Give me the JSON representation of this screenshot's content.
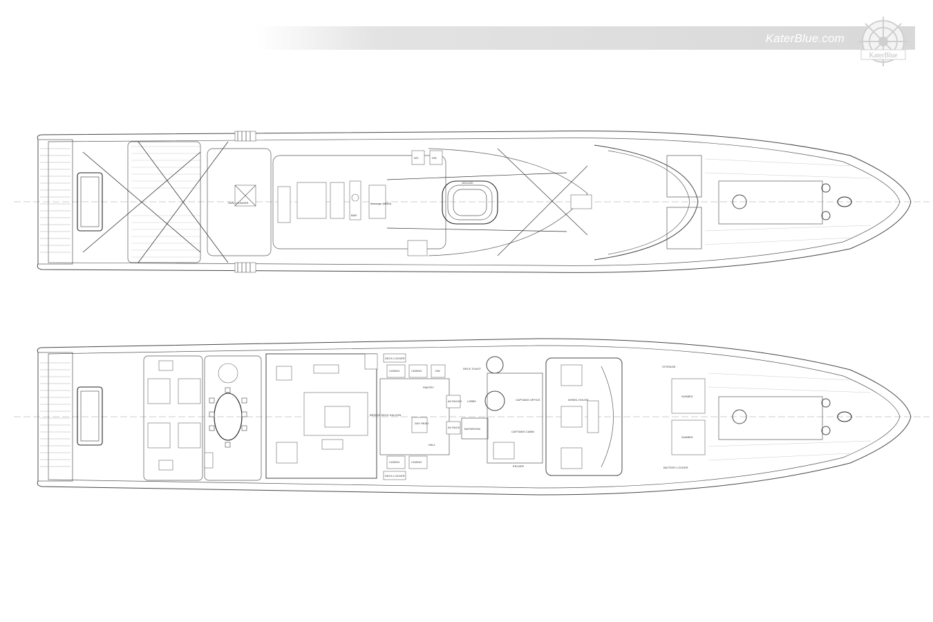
{
  "brand": {
    "site_name": "KaterBlue.com",
    "logo_text": "KaterBlue",
    "banner_color": "#d9d9d9",
    "logo_color": "#c8c8c8"
  },
  "sun_deck": {
    "labels": {
      "bar": "BAR",
      "jacuzzi": "JACUZZI",
      "sun_lounger": "SUN LOUNGER",
      "massage": "Massage (MMM)",
      "wc": "WC",
      "dw": "DW"
    }
  },
  "bridge_deck": {
    "labels": {
      "deck_locker_top": "DECK LOCKER",
      "deck_locker_bottom": "DECK LOCKER",
      "casing_1": "CASING",
      "casing_2": "CASING",
      "casing_3": "CASING",
      "casing_4": "CASING",
      "dw": "DW",
      "deck_toilet": "DECK TOILET",
      "pantry": "PANTRY",
      "lobby": "LOBBY",
      "saloon": "BRIDGE DECK SALOON",
      "day_head": "DAY HEAD",
      "av_rack_1": "AV RACKS",
      "av_rack_2": "AV RACK",
      "hall": "HALL",
      "bathroom": "BATHROOM",
      "captains_office": "CAPTAINS OFFICE",
      "captains_cabin": "CAPTAINS CABIN",
      "escape": "ESCAPE",
      "wheel_house": "WHEEL HOUSE",
      "storage": "STORAGE",
      "sunbed_1": "SUNBED",
      "sunbed_2": "SUNBED",
      "battery_locker": "BATTERY LOCKER"
    }
  }
}
